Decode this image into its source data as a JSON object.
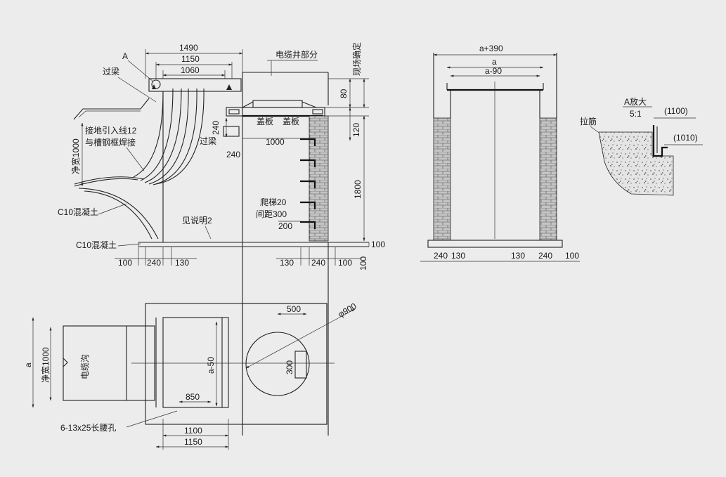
{
  "colors": {
    "background": "#ececec",
    "line": "#222222",
    "brick": "#b8b8b8"
  },
  "icons": {
    "dimension_arrow": "arrowhead-marker",
    "section_marker": "circle-marker"
  },
  "section_view": {
    "dims": {
      "w1490": "1490",
      "w1150": "1150",
      "w1060": "1060",
      "h80": "80",
      "h120": "120",
      "h1800": "1800",
      "h100": "100",
      "h240": "240",
      "w240_mid": "240",
      "w1000": "1000",
      "w200": "200",
      "b100_left": "100",
      "b240_left": "240",
      "b130_left": "130",
      "b130_right": "130",
      "b240_right": "240",
      "b100_right": "100",
      "b100_vert": "100"
    },
    "labels": {
      "marker_a": "A",
      "guoliang_top": "过梁",
      "cable_well": "电缆井部分",
      "site_determined": "现场确定",
      "grounding": "接地引入线12",
      "grounding2": "与槽钢框焊接",
      "net_width": "净宽1000",
      "c10_upper": "C10混凝土",
      "c10_lower": "C10混凝土",
      "guoliang_mid": "过梁",
      "cover1": "盖板",
      "cover2": "盖板",
      "ladder": "爬梯20",
      "ladder_spacing": "间距300",
      "see_note": "见说明2"
    }
  },
  "front_view": {
    "dims": {
      "top": "a+390",
      "a": "a",
      "a_minus_90": "a-90",
      "b240_left": "240",
      "b130_left": "130",
      "b130_right": "130",
      "b240_right": "240",
      "b100_right": "100"
    }
  },
  "detail_a": {
    "title": "A放大",
    "scale": "5:1",
    "rebar": "拉筋",
    "dim1100": "(1100)",
    "dim1010": "(1010)"
  },
  "plan_view": {
    "dims": {
      "a": "a",
      "net_width": "净宽1000",
      "d500": "500",
      "phi900": "φ900",
      "d300": "300",
      "a_minus_50": "a-50",
      "d850": "850",
      "d1100": "1100",
      "d1150": "1150"
    },
    "labels": {
      "cable_trench": "电缆沟",
      "slot_holes": "6-13x25长腰孔"
    }
  }
}
